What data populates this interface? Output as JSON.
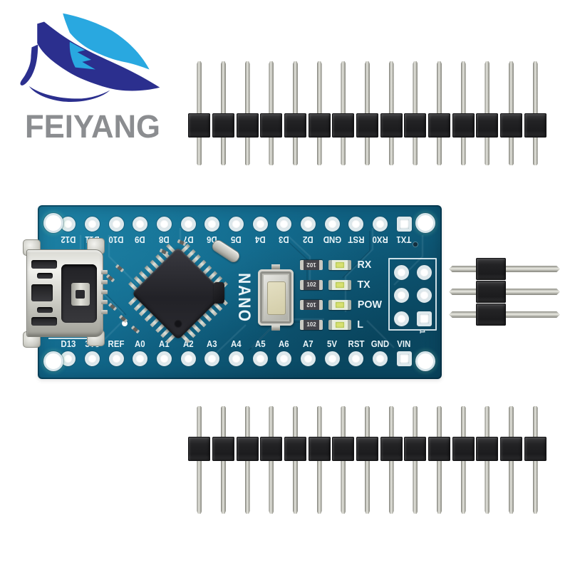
{
  "brand": {
    "name": "FEIYANG"
  },
  "colors": {
    "pcb": "#11678a",
    "logo_navy": "#2b2f8e",
    "logo_light_blue": "#29a8e0",
    "logo_gray": "#8b8d90",
    "silkscreen": "#eaf4f8"
  },
  "board": {
    "name": "NANO",
    "top_pin_labels": [
      "D12",
      "D11",
      "D10",
      "D9",
      "D8",
      "D7",
      "D6",
      "D5",
      "D4",
      "D3",
      "D2",
      "GND",
      "RST",
      "RX0",
      "TX1"
    ],
    "bottom_pin_labels": [
      "D13",
      "3V3",
      "REF",
      "A0",
      "A1",
      "A2",
      "A3",
      "A4",
      "A5",
      "A6",
      "A7",
      "5V",
      "RST",
      "GND",
      "VIN"
    ],
    "leds": [
      {
        "label": "RX",
        "resistor": "102"
      },
      {
        "label": "TX",
        "resistor": "102"
      },
      {
        "label": "POW",
        "resistor": "102"
      },
      {
        "label": "L",
        "resistor": "102"
      }
    ],
    "icsp_pin1": "1"
  },
  "headers": {
    "top_pins": 15,
    "bottom_pins": 15,
    "side_pins": 3
  }
}
